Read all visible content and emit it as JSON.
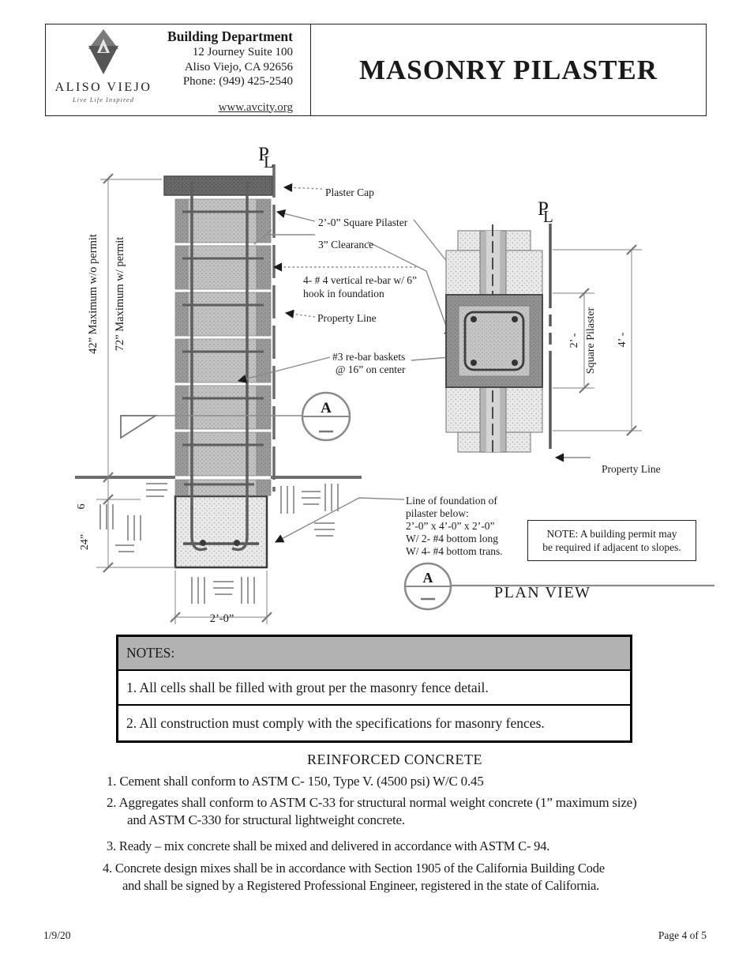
{
  "header": {
    "logo": {
      "name": "ALISO VIEJO",
      "tagline": "Live Life Inspired"
    },
    "department": "Building Department",
    "address_line1": "12 Journey Suite 100",
    "address_line2": "Aliso Viejo, CA 92656",
    "phone": "Phone: (949) 425-2540",
    "website": "www.avcity.org",
    "title": "MASONRY PILASTER"
  },
  "drawing": {
    "pl": {
      "p": "P",
      "l": "L"
    },
    "elevation": {
      "dim_42": "42”  Maximum w/o permit",
      "dim_72": "72”  Maximum w/ permit",
      "dim_6": "6",
      "dim_24": "24”",
      "dim_width": "2’-0”",
      "section_label": "A",
      "callouts": {
        "plaster_cap": "Plaster Cap",
        "square_pilaster": "2’-0” Square Pilaster",
        "clearance": "3” Clearance",
        "vertical_rebar_1": "4- # 4 vertical re-bar w/ 6”",
        "vertical_rebar_2": "hook in foundation",
        "property_line": "Property Line",
        "rebar_baskets_1": "#3 re-bar baskets",
        "rebar_baskets_2": "@ 16” on center"
      }
    },
    "plan": {
      "dim_2ft": "2’ -",
      "dim_2ft_label": "Square Pilaster",
      "dim_4ft": "4’ -",
      "property_line": "Property Line",
      "section_label": "A",
      "view_label": "PLAN VIEW",
      "foundation_note_lines": [
        "Line of foundation of",
        "pilaster below:",
        "2’-0” x 4’-0” x 2’-0”",
        "W/ 2- #4 bottom long",
        "W/ 4- #4 bottom trans."
      ],
      "note_line1": "NOTE:  A building permit may",
      "note_line2": "be required if adjacent to slopes."
    }
  },
  "notes_table": {
    "header": "NOTES:",
    "rows": [
      "1.  All cells shall be filled with grout per the masonry fence detail.",
      "2.  All construction must comply with the specifications for masonry fences."
    ]
  },
  "reinforced_concrete": {
    "heading": "REINFORCED CONCRETE",
    "items": [
      [
        "1.  Cement shall conform to ASTM C- 150, Type V.  (4500 psi)  W/C 0.45"
      ],
      [
        "2.  Aggregates shall conform to ASTM C-33 for structural normal weight concrete (1” maximum size)",
        "and ASTM C-330 for structural lightweight concrete."
      ],
      [
        "3.  Ready – mix concrete shall be mixed and delivered in accordance with ASTM C- 94."
      ],
      [
        "4. Concrete design mixes shall be in accordance with Section 1905 of the California Building Code",
        "and shall be signed by a Registered Professional Engineer, registered in the state of California."
      ]
    ]
  },
  "footer": {
    "date": "1/9/20",
    "page": "Page 4 of 5"
  },
  "colors": {
    "table_header_bg": "#b2b2b2",
    "drawing_gray": "#8d8d8d",
    "text": "#1a1a1a"
  }
}
